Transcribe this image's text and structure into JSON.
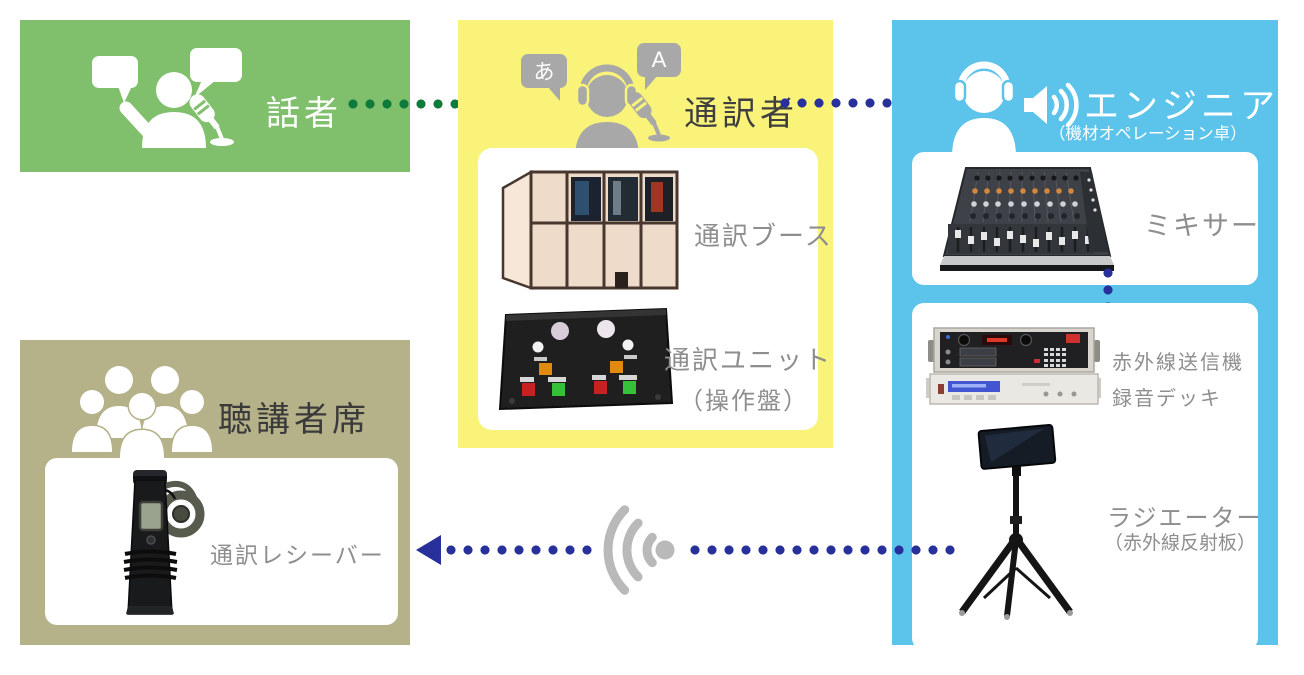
{
  "speaker": {
    "label": "話者"
  },
  "interpreter": {
    "label": "通訳者",
    "bubble_source": "あ",
    "bubble_target": "A",
    "booth": {
      "label": "通訳ブース"
    },
    "unit": {
      "label": "通訳ユニット",
      "sublabel": "（操作盤）"
    }
  },
  "engineer": {
    "label": "エンジニア",
    "sublabel": "（機材オペレーション卓）",
    "mixer": {
      "label": "ミキサー"
    },
    "transmitter": {
      "label": "赤外線送信機"
    },
    "deck": {
      "label": "録音デッキ"
    },
    "radiator": {
      "label": "ラジエーター",
      "sublabel": "（赤外線反射板）"
    }
  },
  "audience": {
    "label": "聴講者席",
    "receiver": {
      "label": "通訳レシーバー"
    }
  },
  "icons": {
    "speaker": "speaking-person-with-mic-icon",
    "interpreter": "headset-person-with-mic-icon",
    "engineer": "headset-person-with-loudspeaker-icon",
    "audience": "people-group-icon",
    "signal": "wireless-signal-icon"
  },
  "colors": {
    "speaker_bg": "#80bf6c",
    "interpreter_bg": "#f9f37a",
    "engineer_bg": "#5cc3ea",
    "audience_bg": "#b5b189",
    "arrow_green": "#0e7b3d",
    "arrow_navy": "#27309b",
    "icon_gray": "#a8a8a8",
    "label_gray": "#8e8e8e",
    "heading_dark": "#3f3f3f",
    "card_bg": "#ffffff"
  }
}
